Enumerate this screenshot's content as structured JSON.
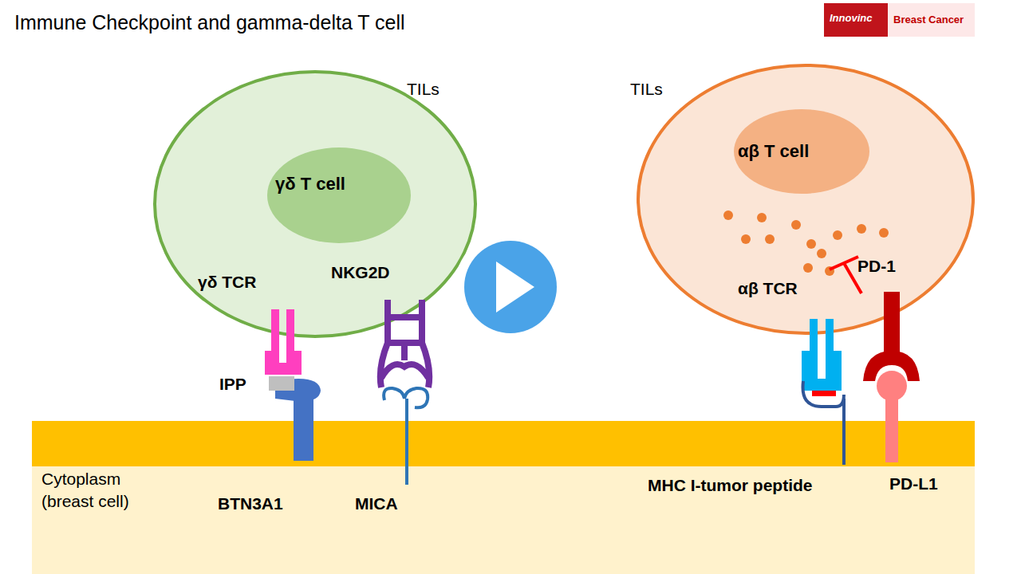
{
  "diagram": {
    "title": "Immune Checkpoint and gamma-delta T cell",
    "nodes": [
      {
        "text": [
          "TILs"
        ]
      },
      {
        "text": [
          "γδ T cell"
        ],
        "in": 0
      },
      {
        "text": [
          "TILs"
        ]
      },
      {
        "text": [
          "αβ T cell"
        ],
        "in": 2
      },
      {
        "text": [
          "Cytoplasm (breast cell)"
        ]
      }
    ],
    "labels": [
      "γδ TCR",
      "NKG2D",
      "IPP",
      "BTN3A1",
      "MICA",
      "αβ TCR",
      "PD-1",
      "MHC I-tumor peptide",
      "PD-L1",
      "Innovinc",
      "Breast Cancer"
    ]
  }
}
